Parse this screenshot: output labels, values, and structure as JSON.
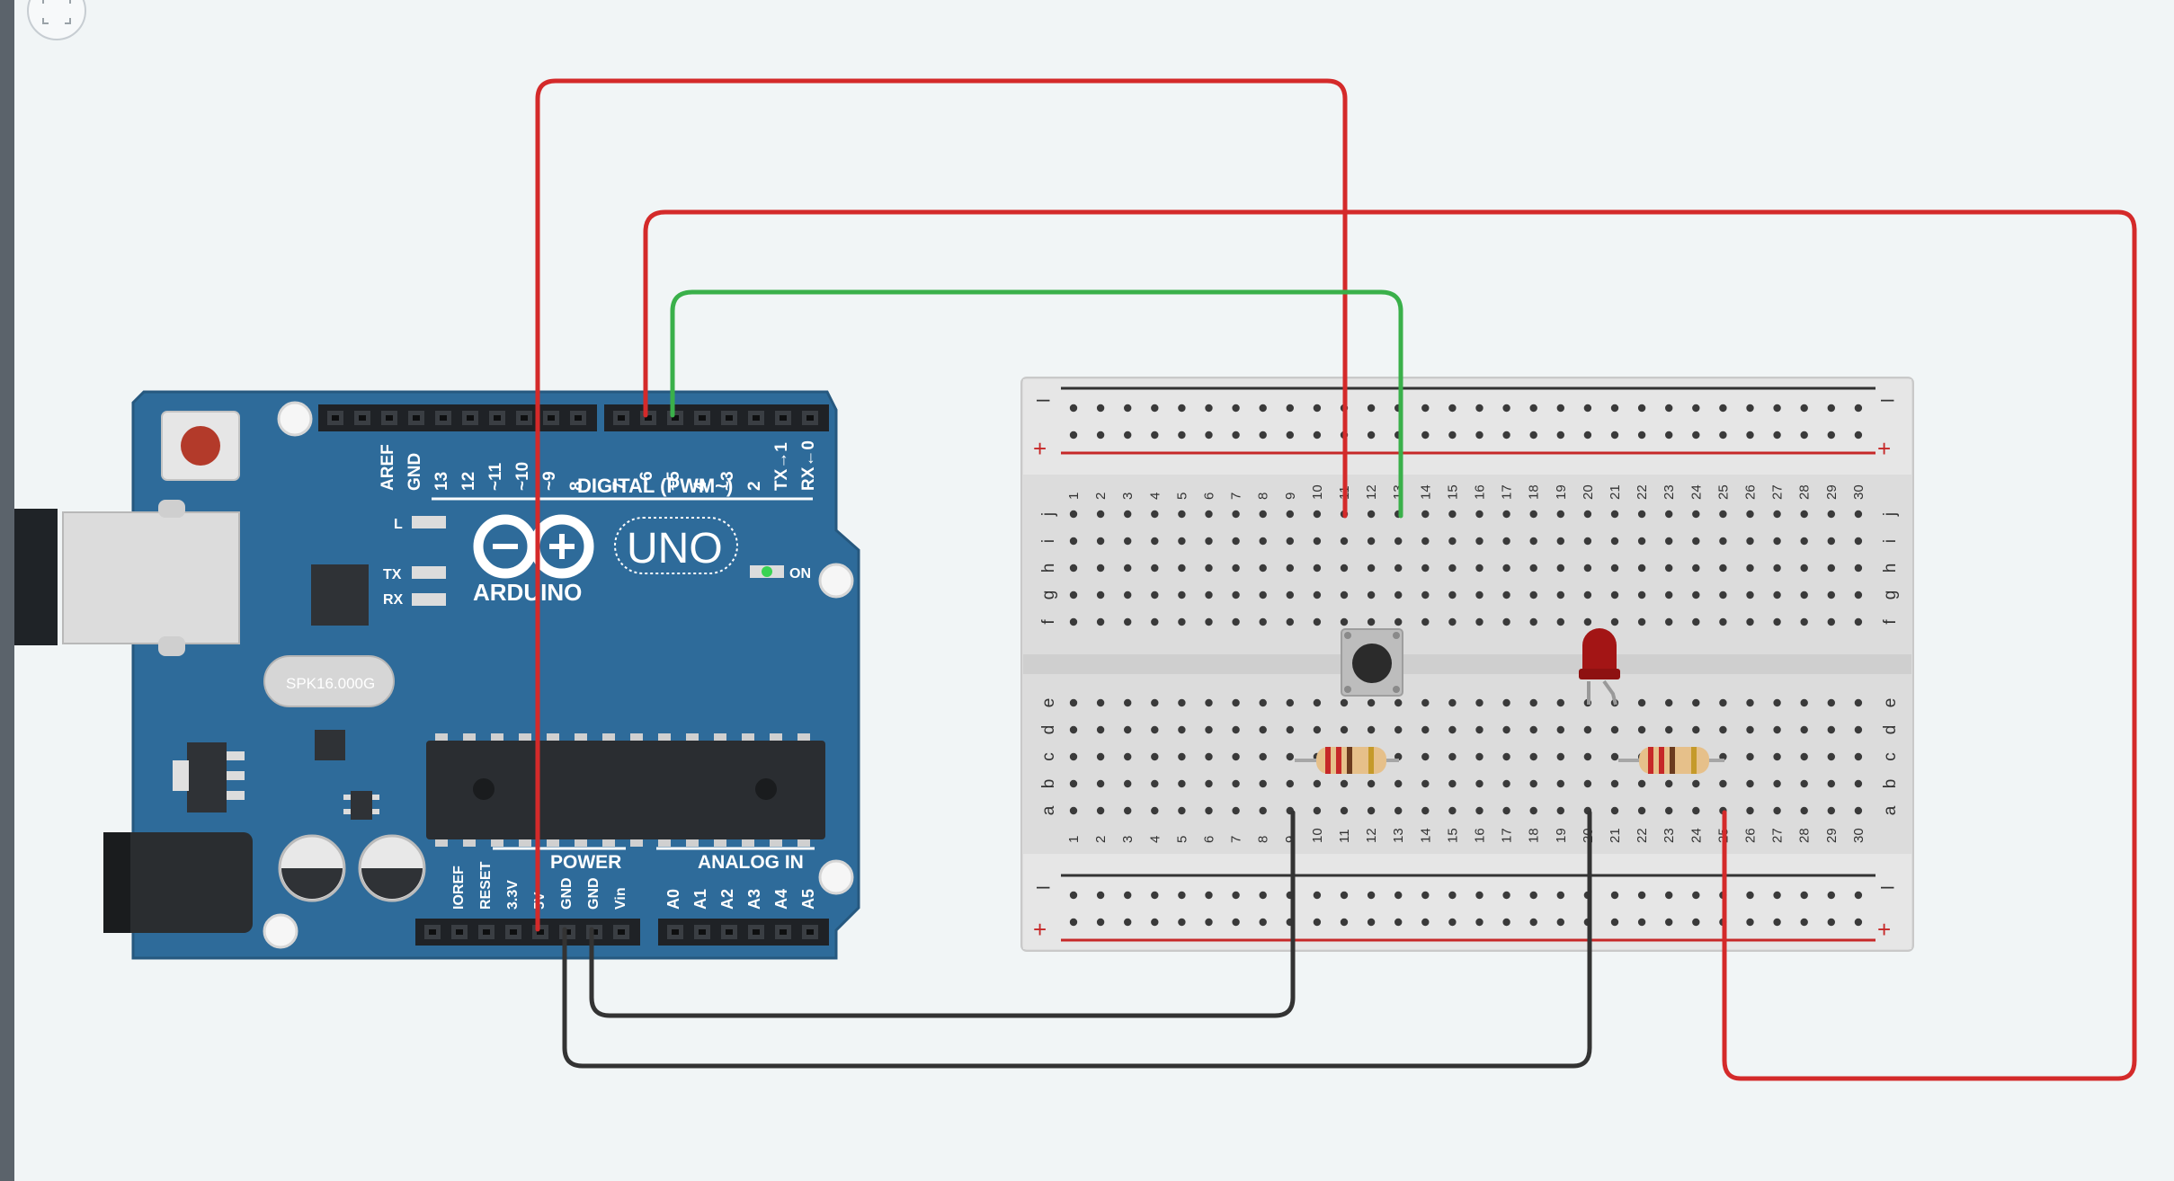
{
  "board": {
    "brand": "ARDUINO",
    "model": "UNO",
    "crystal_label": "SPK16.000G",
    "header_top_labels": [
      "AREF",
      "GND",
      "13",
      "12",
      "~11",
      "~10",
      "~9",
      "8",
      "7",
      "~6",
      "~5",
      "4",
      "~3",
      "2",
      "TX→1",
      "RX←0"
    ],
    "digital_label": "DIGITAL (PWM~)",
    "led_labels": {
      "l": "L",
      "tx": "TX",
      "rx": "RX",
      "on": "ON"
    },
    "power_label": "POWER",
    "analog_label": "ANALOG IN",
    "power_pins": [
      "IOREF",
      "RESET",
      "3.3V",
      "5V",
      "GND",
      "GND",
      "Vin"
    ],
    "analog_pins": [
      "A0",
      "A1",
      "A2",
      "A3",
      "A4",
      "A5"
    ]
  },
  "breadboard": {
    "rail_minus": "–",
    "rail_plus": "+",
    "row_letters_top": [
      "j",
      "i",
      "h",
      "g",
      "f"
    ],
    "row_letters_bottom": [
      "e",
      "d",
      "c",
      "b",
      "a"
    ],
    "column_count": 30
  },
  "colors": {
    "board": "#2e6b9a",
    "wire_power": "#d42a2a",
    "wire_signal": "#3ab04a",
    "wire_ground": "#333333",
    "led": "#a31515"
  }
}
